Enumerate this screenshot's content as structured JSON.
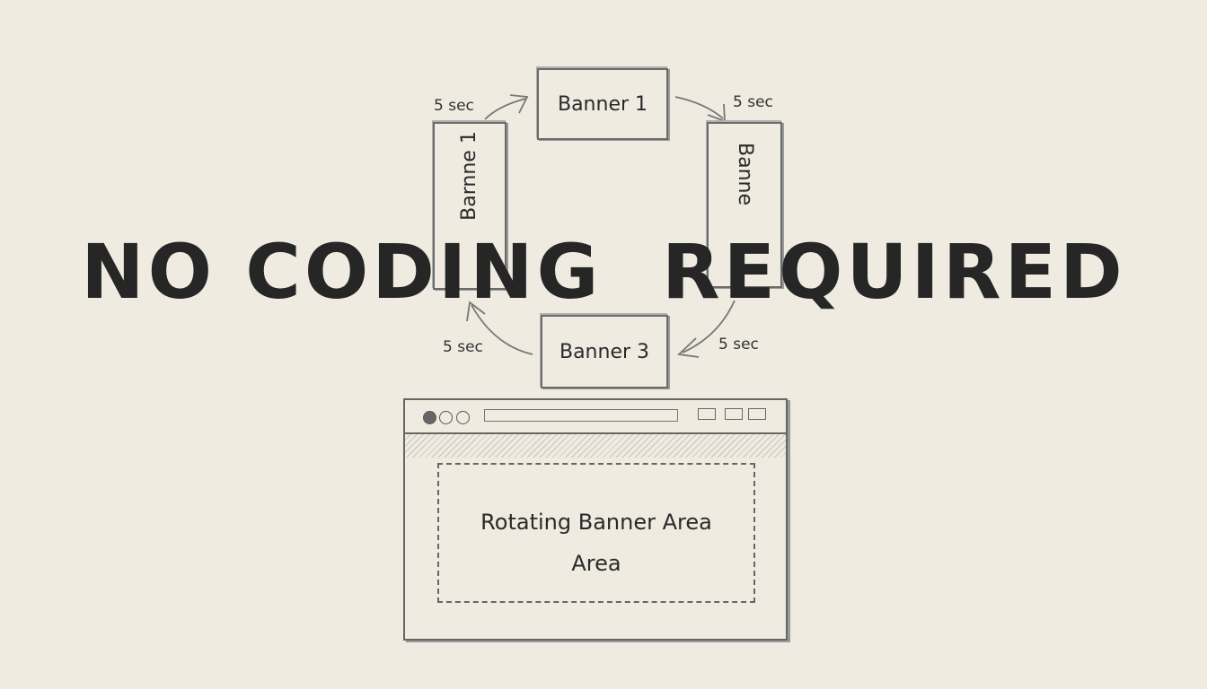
{
  "headline": "NO CODING  REQUIRED",
  "cycle": {
    "banners": {
      "top": "Banner 1",
      "left": "Barnne 1",
      "right": "Banne",
      "bottom": "Banner 3"
    },
    "intervals": [
      "5 sec",
      "5 sec",
      "5 sec",
      "5 sec"
    ]
  },
  "browser": {
    "area_line1": "Rotating Banner Area",
    "area_line2": "Area"
  },
  "colors": {
    "paper": "#efebe1",
    "ink": "#2e2e2e"
  }
}
